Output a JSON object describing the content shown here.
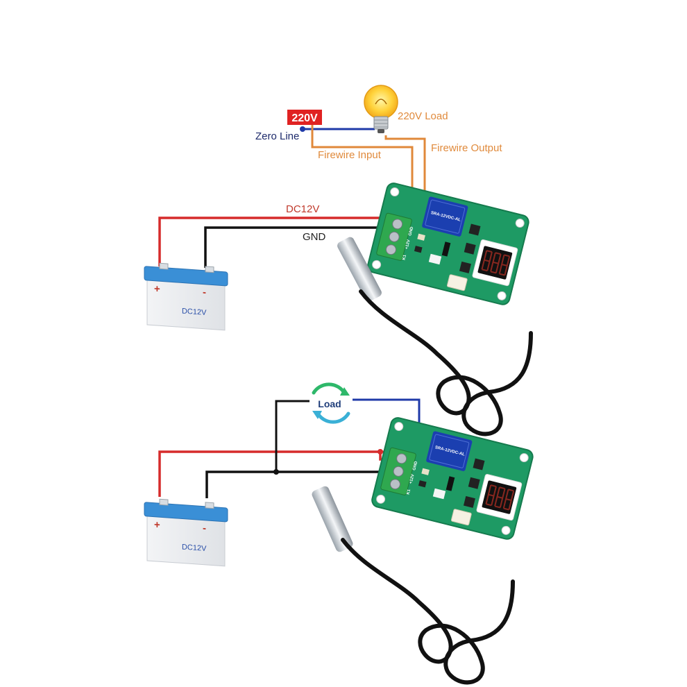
{
  "top_diagram": {
    "source_badge": "220V",
    "zero_line": "Zero Line",
    "load_label": "220V Load",
    "firewire_input": "Firewire Input",
    "firewire_output": "Firewire Output",
    "dc_label": "DC12V",
    "gnd_label": "GND",
    "battery": {
      "plus": "+",
      "minus": "-",
      "label": "DC12V"
    }
  },
  "bottom_diagram": {
    "load_label": "Load",
    "battery": {
      "plus": "+",
      "minus": "-",
      "label": "DC12V"
    }
  },
  "board": {
    "relay_text": "SRA-12VDC-AL",
    "pin_labels": [
      "K1",
      "+12V",
      "GND"
    ]
  },
  "colors": {
    "positive_wire": "#d62b2b",
    "ground_wire": "#111111",
    "zero_line_wire": "#1f3aa8",
    "live_wire": "#e0883a",
    "pcb": "#1e9a64",
    "terminal": "#2fa84f",
    "relay": "#1b3fb0",
    "battery_top": "#3a8fd6",
    "badge": "#e02222"
  },
  "icons": [
    "light-bulb-icon",
    "cycle-arrows-icon",
    "battery-icon",
    "temperature-probe-icon"
  ]
}
